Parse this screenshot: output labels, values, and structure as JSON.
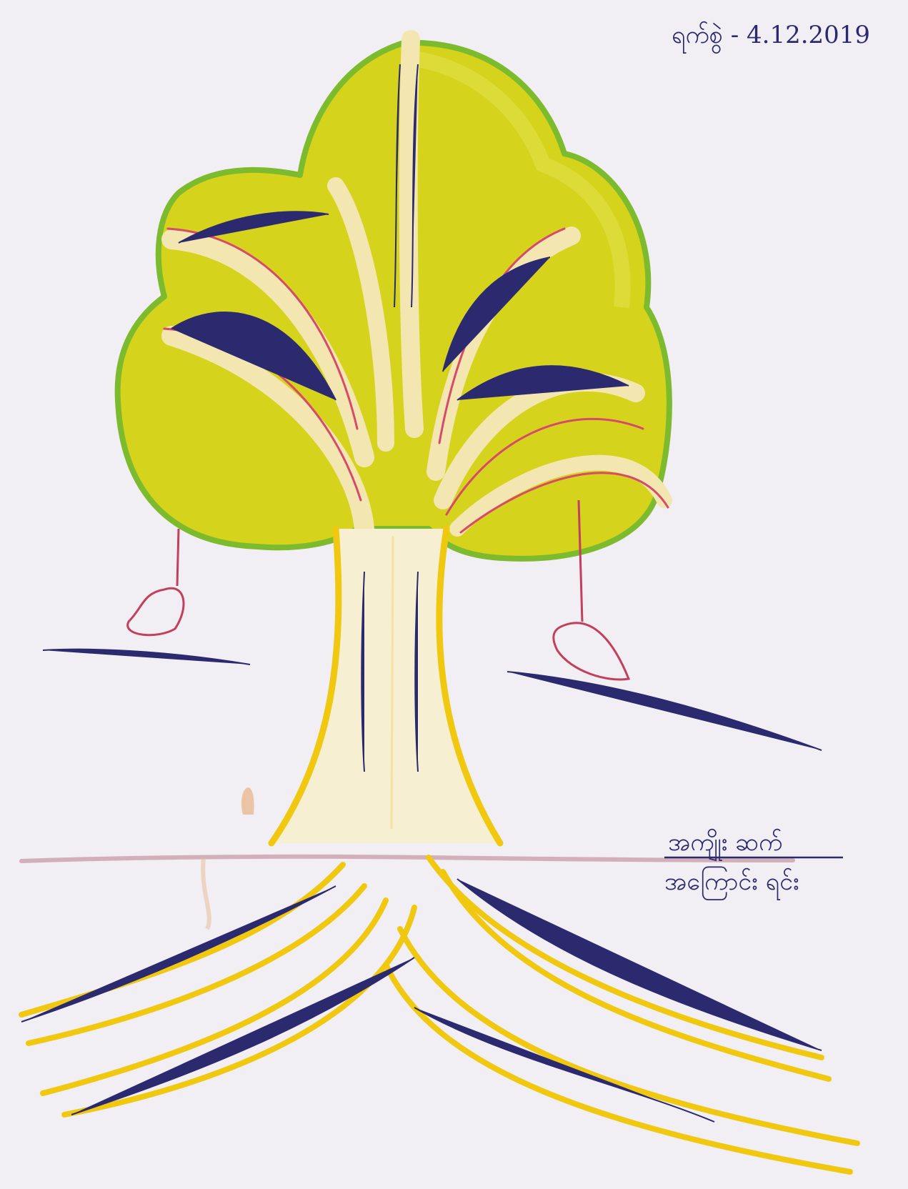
{
  "header": {
    "date_text": "ရက်စွဲ - 4.12.2019"
  },
  "legend": {
    "top_text": "အကျိုး ဆက်",
    "bottom_text": "အကြောင်း ရင်း"
  },
  "colors": {
    "paper": "#f1eef4",
    "crown_fill": "#d6d31c",
    "crown_outline": "#7dbb2e",
    "trunk_yellow": "#f0c80f",
    "branch_red": "#d84a6a",
    "ink": "#2c2a6e",
    "ground_line": "#c89aa8"
  }
}
